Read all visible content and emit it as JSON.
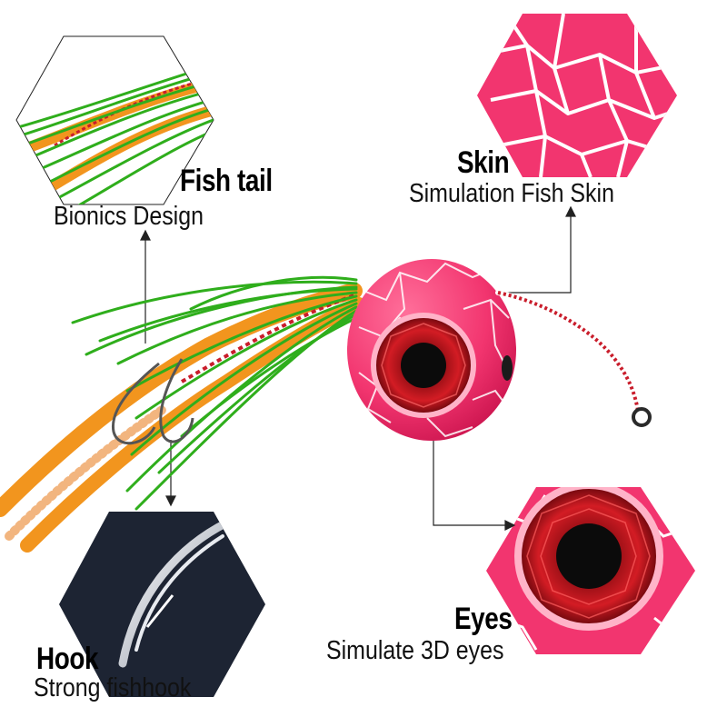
{
  "features": {
    "fish_tail": {
      "title": "Fish tail",
      "subtitle": "Bionics Design"
    },
    "skin": {
      "title": "Skin",
      "subtitle": "Simulation Fish Skin"
    },
    "hook": {
      "title": "Hook",
      "subtitle": "Strong fishhook"
    },
    "eyes": {
      "title": "Eyes",
      "subtitle": "Simulate 3D eyes"
    }
  },
  "colors": {
    "head_pink": "#f2356f",
    "crack_white": "#ffffff",
    "skirt_green": "#2fae1c",
    "tail_orange": "#f2951e",
    "eye_red": "#b5121b",
    "hook_panel": "#1d2433",
    "leader_red": "#c91d2b"
  }
}
